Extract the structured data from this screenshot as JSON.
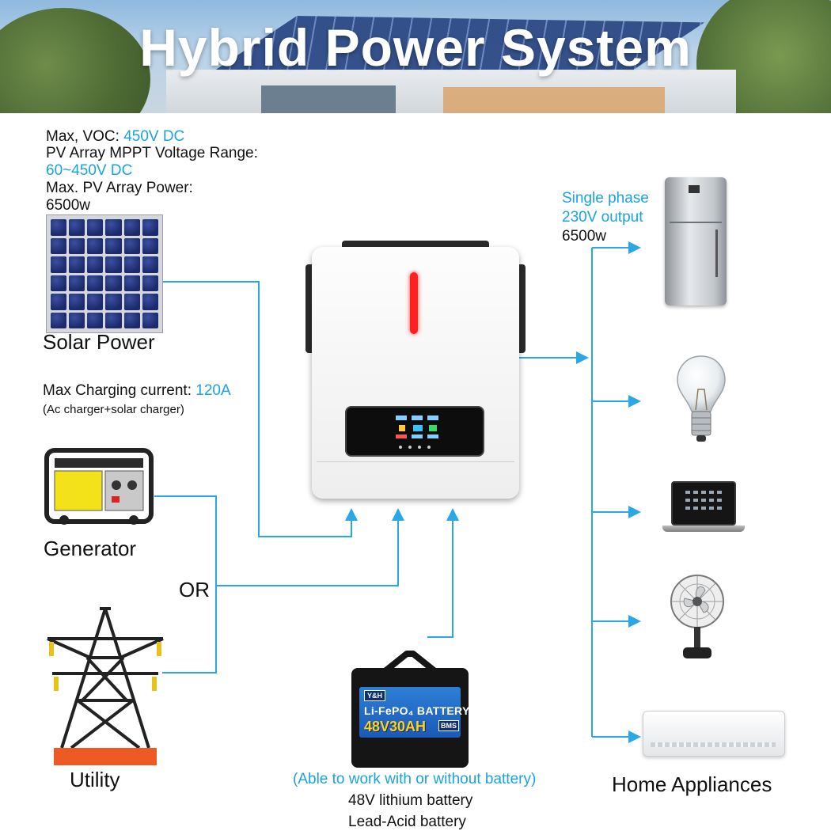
{
  "header": {
    "title": "Hybrid Power System"
  },
  "solar_specs": {
    "voc_label": "Max, VOC:",
    "voc_value": "450V DC",
    "mppt_label": "PV Array MPPT Voltage Range:",
    "mppt_value": "60~450V DC",
    "power_label": "Max. PV Array Power:",
    "power_value": "6500w"
  },
  "labels": {
    "solar_power": "Solar Power",
    "charging_label": "Max Charging current:",
    "charging_value": "120A",
    "charging_note": "(Ac charger+solar charger)",
    "generator": "Generator",
    "or": "OR",
    "utility": "Utility",
    "home_appliances": "Home Appliances"
  },
  "output": {
    "line1": "Single phase",
    "line2": "230V output",
    "line3": "6500w"
  },
  "battery": {
    "brand": "Y&H",
    "type": "Li-FePO₄ BATTERY",
    "capacity": "48V30AH",
    "bms": "BMS",
    "note": "(Able to work with or without battery)",
    "option1": "48V lithium battery",
    "option2": "Lead-Acid battery"
  },
  "colors": {
    "accent": "#1aa3e0",
    "wire": "#2aa8e6",
    "led": "#ff2020"
  },
  "icons": {
    "solar": "solar-panel-icon",
    "generator": "generator-icon",
    "utility": "power-tower-icon",
    "inverter": "inverter-icon",
    "battery": "battery-icon",
    "fridge": "refrigerator-icon",
    "bulb": "light-bulb-icon",
    "laptop": "laptop-icon",
    "fan": "fan-icon",
    "ac": "air-conditioner-icon"
  }
}
